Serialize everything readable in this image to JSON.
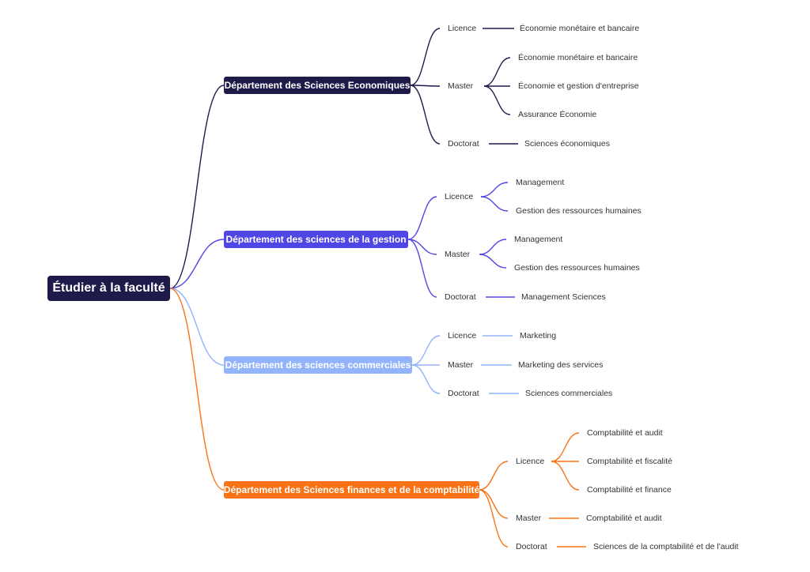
{
  "root": "Étudier à la faculté",
  "departments": [
    {
      "name": "Département des Sciences Economiques",
      "color": "#1e1b4b",
      "levels": [
        {
          "label": "Licence",
          "items": [
            "Économie monétaire et bancaire"
          ]
        },
        {
          "label": "Master",
          "items": [
            "Économie monétaire et bancaire",
            "Économie et gestion d'entreprise",
            "Assurance Économie"
          ]
        },
        {
          "label": "Doctorat",
          "items": [
            "Sciences économiques"
          ]
        }
      ]
    },
    {
      "name": "Département des sciences de la gestion",
      "color": "#4f46e5",
      "levels": [
        {
          "label": "Licence",
          "items": [
            "Management",
            "Gestion des ressources humaines"
          ]
        },
        {
          "label": "Master",
          "items": [
            "Management",
            "Gestion des ressources humaines"
          ]
        },
        {
          "label": "Doctorat",
          "items": [
            "Management Sciences"
          ]
        }
      ]
    },
    {
      "name": "Département des sciences commerciales",
      "color": "#93b4fa",
      "levels": [
        {
          "label": "Licence",
          "items": [
            "Marketing"
          ]
        },
        {
          "label": "Master",
          "items": [
            "Marketing des services"
          ]
        },
        {
          "label": "Doctorat",
          "items": [
            "Sciences commerciales"
          ]
        }
      ]
    },
    {
      "name": "Département des Sciences finances et de la comptabilité",
      "color": "#f97316",
      "levels": [
        {
          "label": "Licence",
          "items": [
            "Comptabilité et audit",
            "Comptabilité et fiscalité",
            "Comptabilité et finance"
          ]
        },
        {
          "label": "Master",
          "items": [
            "Comptabilité et audit"
          ]
        },
        {
          "label": "Doctorat",
          "items": [
            "Sciences de la comptabilité et de l'audit"
          ]
        }
      ]
    }
  ]
}
